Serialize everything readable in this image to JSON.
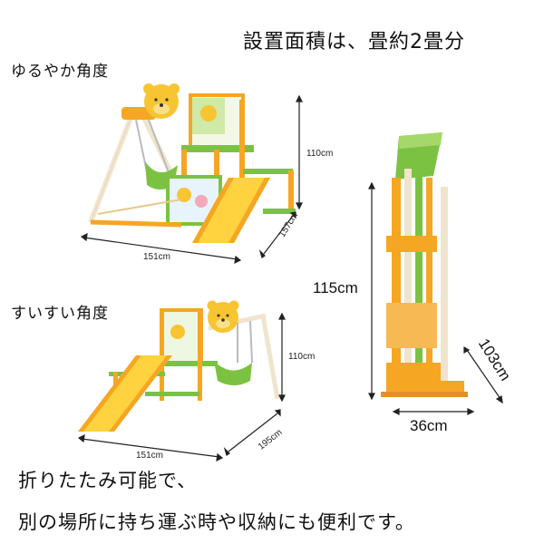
{
  "header": {
    "title": "設置面積は、畳約2畳分"
  },
  "config_gentle": {
    "label": "ゆるやか角度",
    "height": "110cm",
    "width": "151cm",
    "depth": "157cm"
  },
  "config_steep": {
    "label": "すいすい角度",
    "height": "110cm",
    "width": "151cm",
    "depth": "195cm"
  },
  "folded": {
    "height": "115cm",
    "width": "36cm",
    "depth": "103cm"
  },
  "footer": {
    "line1": "折りたたみ可能で、",
    "line2": "別の場所に持ち運ぶ時や収納にも便利です。"
  },
  "colors": {
    "frame_orange": "#f5a623",
    "frame_green": "#7cc242",
    "slide_yellow": "#ffd23f",
    "pooh_yellow": "#f7c531",
    "dim_line": "#222222"
  }
}
